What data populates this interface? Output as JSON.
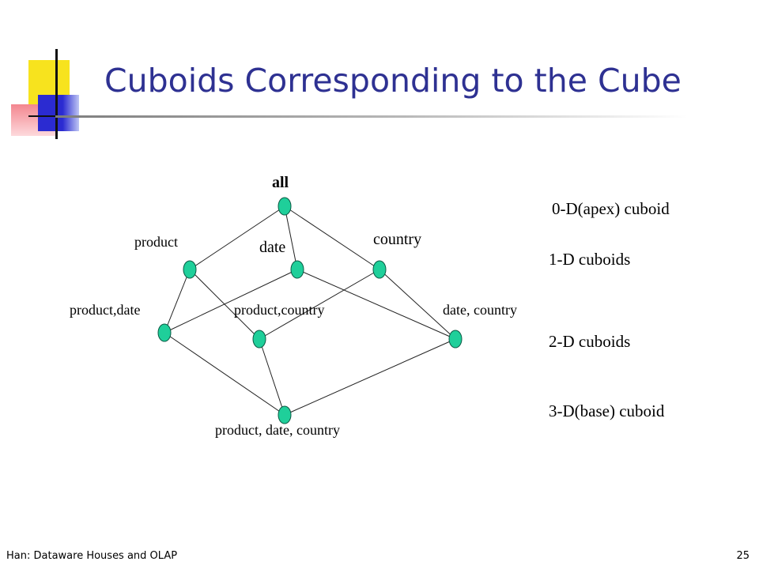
{
  "title": "Cuboids Corresponding to the Cube",
  "nodes": {
    "all": "all",
    "product": "product",
    "date": "date",
    "country": "country",
    "product_date": "product,date",
    "product_country": "product,country",
    "date_country": "date, country",
    "product_date_country": "product, date, country"
  },
  "legend": {
    "apex": "0-D(apex) cuboid",
    "one_d": "1-D cuboids",
    "two_d": "2-D cuboids",
    "base": "3-D(base) cuboid"
  },
  "footer": {
    "source": "Han: Dataware Houses and OLAP",
    "page_number": "25"
  },
  "colors": {
    "title": "#2e3192",
    "node_fill": "#1fcf9a",
    "node_stroke": "#0b5a44"
  }
}
